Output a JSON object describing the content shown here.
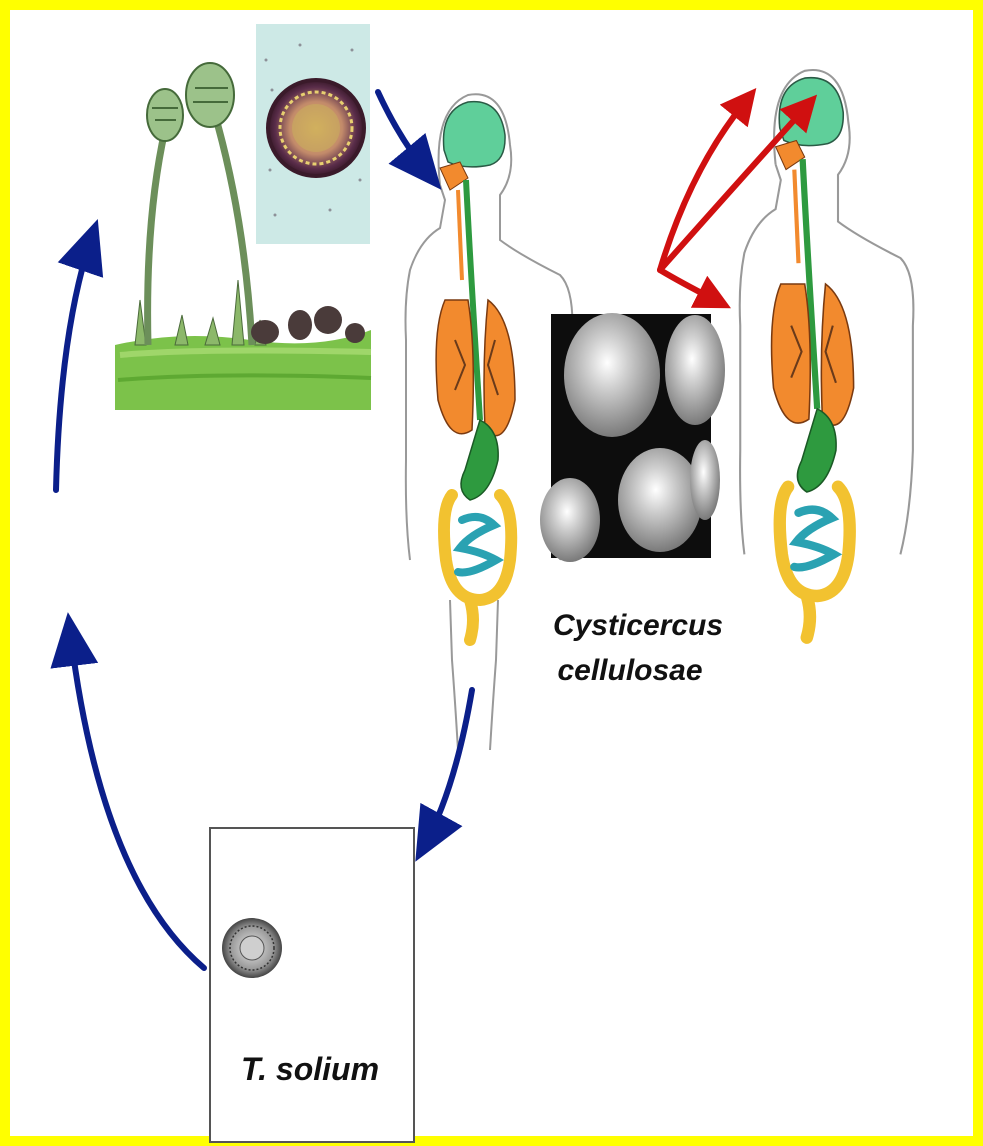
{
  "colors": {
    "frame": "#ffff00",
    "cycle_arrow": "#0b1f8a",
    "migration_arrow": "#d01010",
    "brain": "#5fcf9a",
    "lungs": "#f28a2e",
    "digestive": "#2e9a3f",
    "intestine_large": "#f2c230",
    "intestine_small": "#2aa2b2"
  },
  "labels": {
    "cysticercus_line1": "Cysticercus",
    "cysticercus_line2": "cellulosae",
    "tsolium": "T. solium"
  },
  "icons": {
    "vegetation": "grass-with-plants-icon",
    "egg_micrograph": "egg-micrograph-icon",
    "human_host_1": "human-anatomy-icon",
    "human_host_2": "human-anatomy-icon",
    "cyst_micrograph": "cyst-micrograph-icon",
    "tsolium_egg": "taenia-egg-icon"
  }
}
